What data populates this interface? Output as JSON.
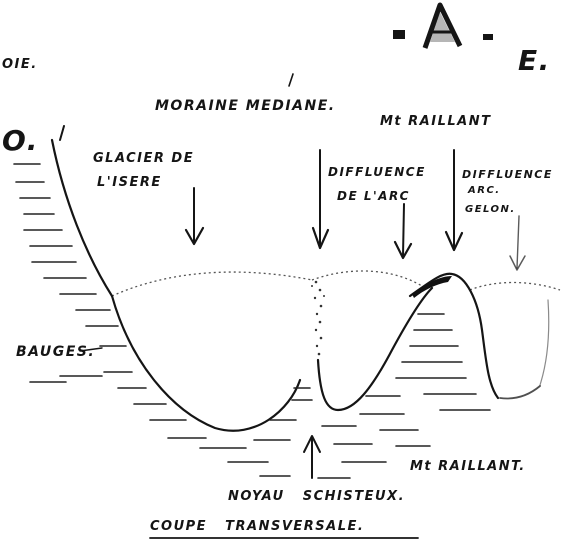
{
  "header": {
    "left_fragment": "OIE.",
    "section_letter": "A",
    "east_label": "E."
  },
  "labels": {
    "moraine": "MORAINE MEDIANE.",
    "mt_railliant_top": "Mt RAILLANT",
    "west_marker": "O.",
    "glacier_isere_1": "GLACIER DE",
    "glacier_isere_2": "L'ISERE",
    "diffluence_arc_1": "DIFFLUENCE",
    "diffluence_arc_2": "DE L'ARC",
    "diffluence_gelon_1": "DIFFLUENCE",
    "diffluence_gelon_2": "ARC.",
    "diffluence_gelon_3": "GELON.",
    "bauges": "BAUGES.",
    "mt_railliant_bottom": "Mt RAILLANT.",
    "noyau": "NOYAU   SCHISTEUX.",
    "title": "COUPE   TRANSVERSALE."
  }
}
